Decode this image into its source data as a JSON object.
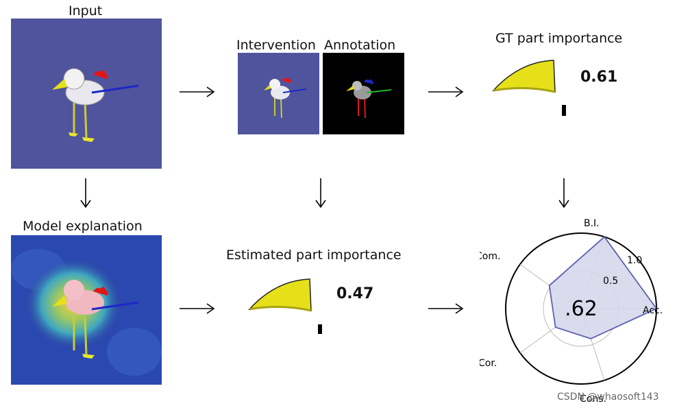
{
  "labels": {
    "input": "Input",
    "intervention": "Intervention",
    "annotation": "Annotation",
    "gt_importance": "GT part importance",
    "model_explanation": "Model explanation",
    "estimated_importance": "Estimated part importance"
  },
  "values": {
    "gt_score": "0.61",
    "est_score": "0.47"
  },
  "radar": {
    "center_value": ".62",
    "axes": [
      "B.I.",
      "Acc.",
      "Cons.",
      "Cor.",
      "Com."
    ],
    "tick_labels": [
      "0.5",
      "1.0"
    ],
    "values": [
      1.0,
      1.0,
      0.42,
      0.42,
      0.52
    ]
  },
  "colors": {
    "background_panel": "#50549c",
    "part_fill": "#e6e01a",
    "radar_fill": "#d6d8ec",
    "radar_stroke": "#5a5fb0"
  },
  "watermark": "CSDN @whaosoft143"
}
